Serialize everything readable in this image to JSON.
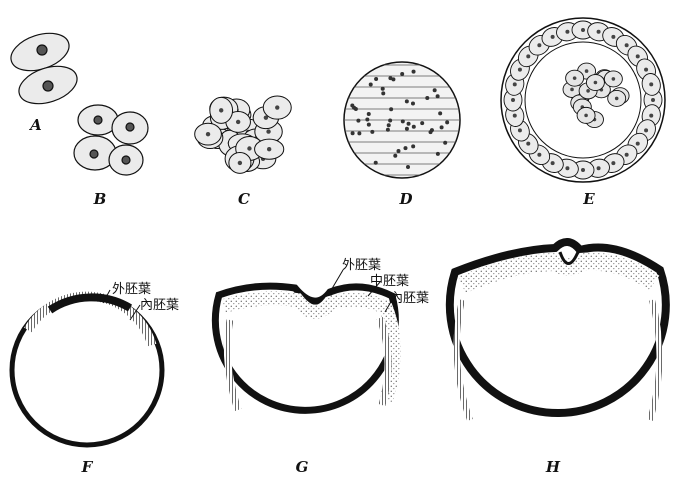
{
  "figure_labels": {
    "a": "A",
    "b": "B",
    "c": "C",
    "d": "D",
    "e": "E",
    "f": "F",
    "g": "G",
    "h": "H"
  },
  "annotations": {
    "f_ectoderm": "外胚葉",
    "f_endoderm": "內胚葉",
    "g_ectoderm": "外胚葉",
    "g_mesoderm": "中胚葉",
    "g_endoderm": "內胚葉"
  },
  "colors": {
    "ink": "#111111",
    "paper": "#ffffff",
    "cell_fill": "#ebebeb"
  }
}
